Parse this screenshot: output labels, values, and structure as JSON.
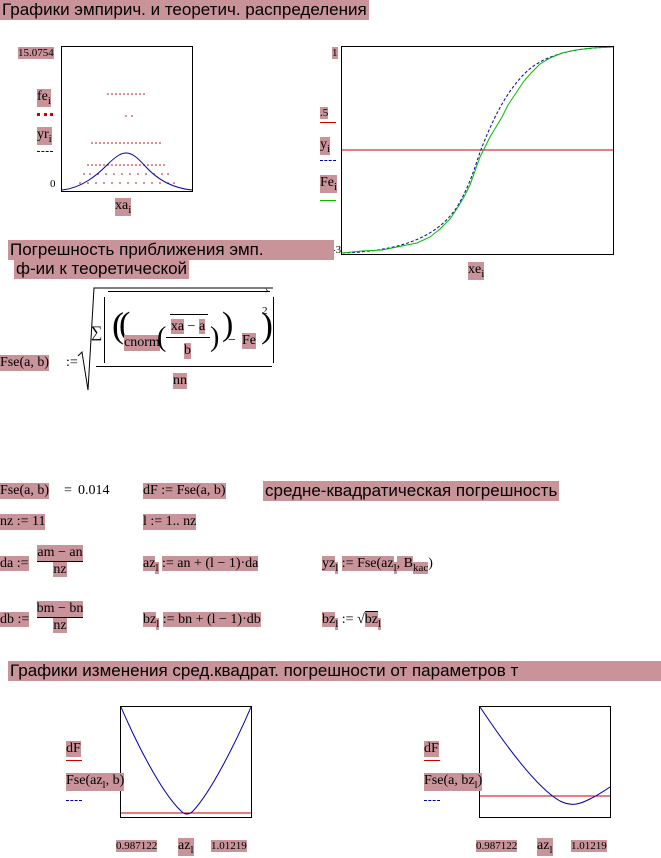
{
  "headings": {
    "graphs_title": "Графики эмпирич. и теоретич. распределения",
    "error_title_line1": "Погрешность приближения эмп.",
    "error_title_line2": "ф-ии к теоретической",
    "rms_note": "средне-квадратическая погрешность",
    "param_graphs_title": "Графики изменения сред.квадрат. погрешности от параметров т"
  },
  "plot1": {
    "ymax_label": "15.0754",
    "ymin_label": "0",
    "legend_1": "fe",
    "legend_1_sub": "i",
    "legend_2": "yr",
    "legend_2_sub": "i",
    "xlabel": "xa",
    "xlabel_sub": "i",
    "legend_1_color": "#cc0000",
    "legend_2_color": "#0000aa"
  },
  "plot2": {
    "ymax_label": "1",
    "ymid_label": ".5",
    "ymin_label": "-3",
    "legend_1": "y",
    "legend_1_sub": "i",
    "legend_2": "Fe",
    "legend_2_sub": "i",
    "xlabel": "xe",
    "xlabel_sub": "i",
    "color_theory": "#0000aa",
    "color_emp": "#00bb00",
    "color_mid": "#cc0000"
  },
  "formula_fse": {
    "lhs": "Fse(a, b)",
    "assign": ":=",
    "sum": "∑",
    "cnorm": "cnorm",
    "xa": "xa",
    "minus": "−",
    "a": "a",
    "b": "b",
    "fe": "Fe",
    "exp": "2",
    "nn": "nn"
  },
  "row1": {
    "fse_eval": "Fse(a, b)",
    "eq": "=",
    "fse_value": "0.014",
    "df_def": "dF := Fse(a, b)"
  },
  "row2": {
    "nz_def": "nz := 11",
    "range_def": "l := 1.. nz"
  },
  "row3": {
    "da_lhs": "da :=",
    "da_num": "am − an",
    "da_den": "nz",
    "az_lhs": "az",
    "az_sub": "l",
    "az_rhs": ":= an + (l − 1)·da",
    "yz_lhs": "yz",
    "yz_sub": "l",
    "yz_rhs": ":= Fse(az",
    "yz_sub2": "l",
    "yz_rhs2": ", B",
    "yz_sub3": "kac",
    "yz_end": ")"
  },
  "row4": {
    "db_lhs": "db :=",
    "db_num": "bm − bn",
    "db_den": "nz",
    "bz_lhs": "bz",
    "bz_sub": "l",
    "bz_rhs": ":= bn + (l − 1)·db",
    "bz2_lhs": "bz",
    "bz2_sub": "l",
    "bz2_assign": ":=",
    "bz2_rad": "bz",
    "bz2_rad_sub": "l"
  },
  "plot3": {
    "legend_1": "dF",
    "legend_2": "Fse(az",
    "legend_2_sub": "l",
    "legend_2_end": ", b)",
    "xmin_label": "0.987122",
    "xmax_label": "1.01219",
    "xlabel": "az",
    "xlabel_sub": "l"
  },
  "plot4": {
    "legend_1": "dF",
    "legend_2": "Fse(a, bz",
    "legend_2_sub": "l",
    "legend_2_end": ")",
    "xmin_label": "0.987122",
    "xmax_label": "1.01219",
    "xlabel": "az",
    "xlabel_sub": "l"
  }
}
